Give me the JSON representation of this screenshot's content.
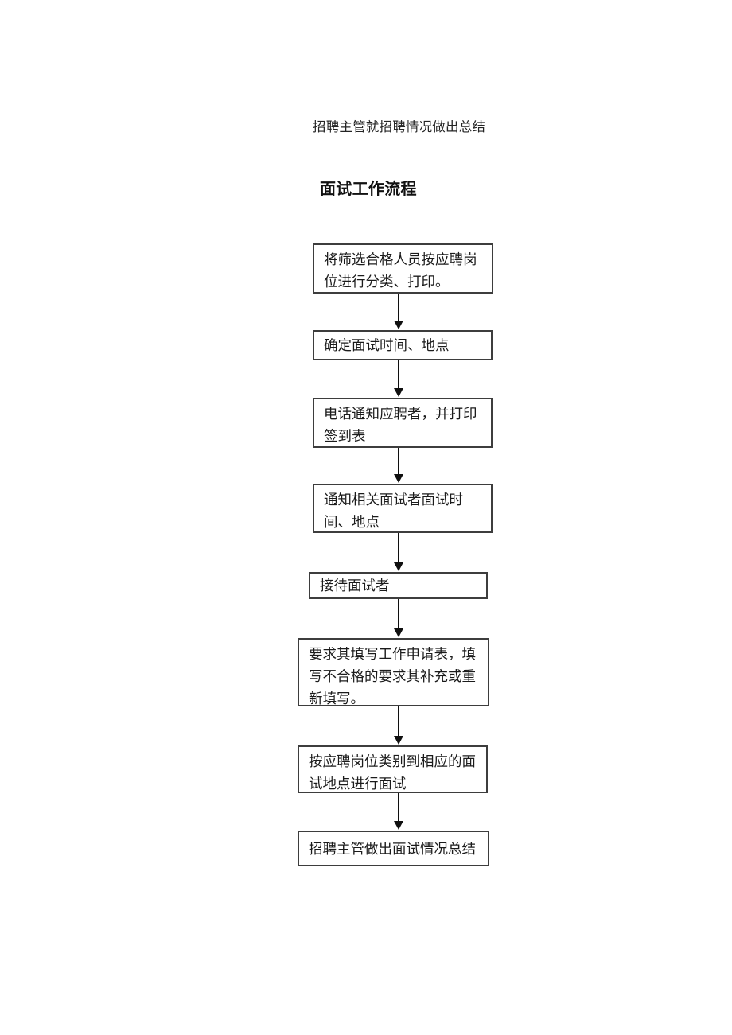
{
  "document": {
    "intro_text": "招聘主管就招聘情况做出总结",
    "section_title": "面试工作流程"
  },
  "flowchart": {
    "title": "面试工作流程",
    "steps": [
      {
        "label": "将筛选合格人员按应聘岗位进行分类、打印。"
      },
      {
        "label": "确定面试时间、地点"
      },
      {
        "label": "电话通知应聘者，并打印签到表"
      },
      {
        "label": "通知相关面试者面试时间、地点"
      },
      {
        "label": "接待面试者"
      },
      {
        "label": "要求其填写工作申请表，填写不合格的要求其补充或重新填写。"
      },
      {
        "label": "按应聘岗位类别到相应的面试地点进行面试"
      },
      {
        "label": "招聘主管做出面试情况总结"
      }
    ],
    "connector_count": 7
  },
  "colors": {
    "page_background": "#ffffff",
    "box_border": "#3d3d3d",
    "text": "#1b1b1b",
    "arrow": "#101010"
  }
}
